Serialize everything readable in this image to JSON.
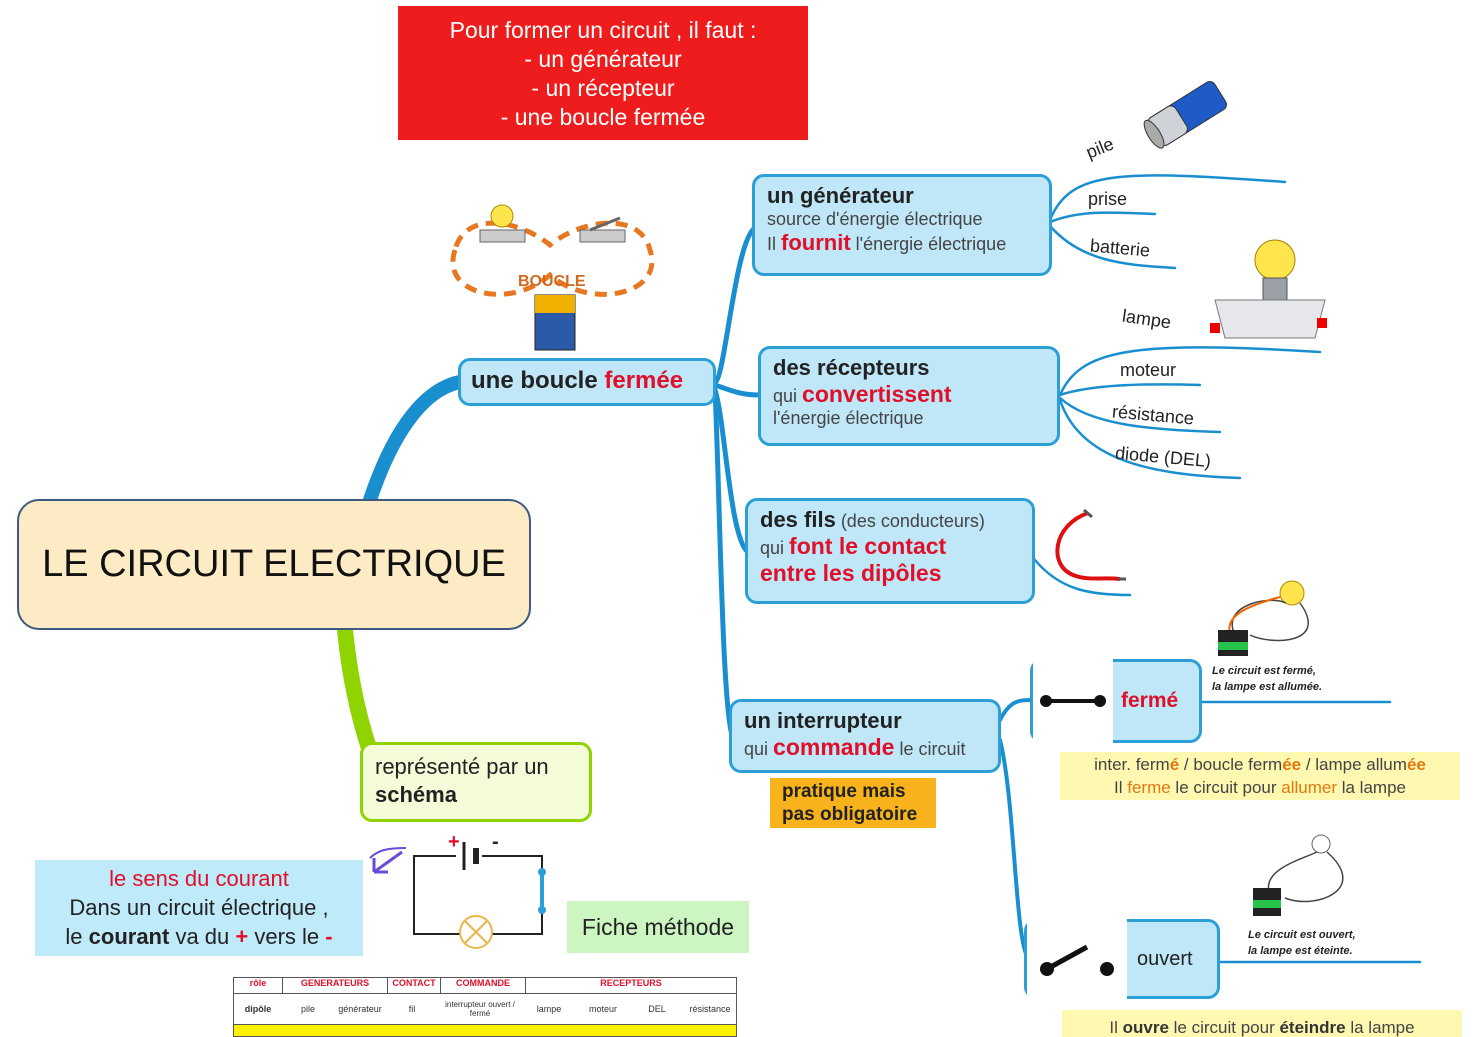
{
  "requirements": {
    "title": "Pour former un circuit , il faut :",
    "items": [
      "- un générateur",
      "- un récepteur",
      "- une boucle fermée"
    ]
  },
  "central": {
    "title": "LE CIRCUIT ELECTRIQUE"
  },
  "loop_node": {
    "text": "une boucle ",
    "highlight": "fermée",
    "image_label": "BOUCLE"
  },
  "generator": {
    "title": "un générateur",
    "subtitle": "source d'énergie électrique",
    "line_prefix": "Il ",
    "line_highlight": "fournit",
    "line_suffix": " l'énergie électrique",
    "branches": [
      "pile",
      "prise",
      "batterie"
    ]
  },
  "receptors": {
    "title": "des récepteurs",
    "line1_prefix": "qui ",
    "line1_highlight": "convertissent",
    "line2": "l'énergie électrique",
    "branches": [
      "lampe",
      "moteur",
      "résistance",
      "diode (DEL)"
    ]
  },
  "wires": {
    "title": "des fils",
    "paren": " (des conducteurs)",
    "line1_prefix": "qui ",
    "line1_highlight": "font le contact",
    "line2_highlight": "entre les dipôles"
  },
  "switch": {
    "title": "un interrupteur",
    "line_prefix": "qui ",
    "line_highlight": "commande",
    "line_suffix": " le circuit",
    "note_line1": "pratique mais",
    "note_line2": "pas obligatoire",
    "closed_label": "fermé",
    "open_label": "ouvert",
    "closed_caption_1": "Le circuit est fermé,",
    "closed_caption_2": "la lampe est allumée.",
    "open_caption_1": "Le circuit est ouvert,",
    "open_caption_2": "la lampe est éteinte.",
    "closed_summary": {
      "a": "inter. ferm",
      "a_hl": "é",
      "b": " / boucle ferm",
      "b_hl": "ée",
      "c": " / lampe allum",
      "c_hl": "ée",
      "d": "Il ",
      "d_hl": "ferme",
      "e": " le circuit pour ",
      "e_hl": "allumer",
      "f": " la lampe"
    },
    "open_summary": {
      "a": "Il ",
      "a_hl": "ouvre",
      "b": " le circuit pour ",
      "b_hl": "éteindre",
      "c": " la lampe"
    }
  },
  "schema_node": {
    "line1": "représenté par un",
    "line2": "schéma"
  },
  "current": {
    "title": "le sens du courant",
    "line2": "Dans un circuit électrique ,",
    "line3_a": "le ",
    "line3_b": "courant",
    "line3_c": " va du ",
    "plus": "+",
    "line3_d": " vers le ",
    "minus": "-"
  },
  "schematic": {
    "plus": "+",
    "minus": "-"
  },
  "method": {
    "label": "Fiche méthode"
  },
  "table": {
    "header": [
      "rôle",
      "GENERATEURS",
      "CONTACT",
      "COMMANDE",
      "RECEPTEURS"
    ],
    "row": [
      "dipôle",
      "pile",
      "générateur",
      "fil",
      "interrupteur ouvert / fermé",
      "lampe",
      "moteur",
      "DEL",
      "résistance"
    ]
  },
  "colors": {
    "branch": "#1a8fd0",
    "node_fill": "#bfe7f7",
    "highlight": "#e0102a",
    "green": "#8fd400"
  }
}
